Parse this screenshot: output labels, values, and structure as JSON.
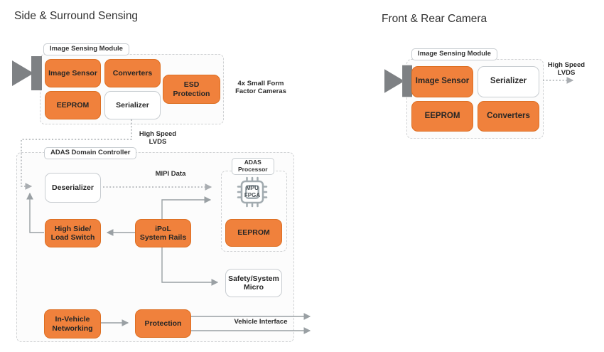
{
  "colors": {
    "orange": "#F0813C",
    "orange_border": "#DD6F22",
    "line": "#9AA0A4",
    "line_light": "#A9ADB1",
    "cam_gray": "#7E8184",
    "chip_gray": "#A2ABB0",
    "pill_border": "#C8CDD1",
    "container_border": "#CFD1D3"
  },
  "left": {
    "title": "Side & Surround Sensing",
    "module_label": "Image Sensing Module",
    "image_sensor": "Image Sensor",
    "converters": "Converters",
    "esd": "ESD\nProtection",
    "eeprom": "EEPROM",
    "serializer": "Serializer",
    "cameras_note": "4x Small Form\nFactor Cameras",
    "lvds": "High Speed\nLVDS"
  },
  "adc": {
    "label": "ADAS Domain Controller",
    "deserializer": "Deserializer",
    "mipi": "MIPI Data",
    "processor_label": "ADAS\nProcessor",
    "chip": "MPU\nFPGA",
    "eeprom": "EEPROM",
    "high_side": "High Side/\nLoad Switch",
    "ipol": "iPoL\nSystem Rails",
    "safety": "Safety/System\nMicro",
    "in_vehicle": "In-Vehicle\nNetworking",
    "protection": "Protection",
    "vehicle_interface": "Vehicle Interface"
  },
  "right": {
    "title": "Front & Rear Camera",
    "module_label": "Image Sensing Module",
    "image_sensor": "Image Sensor",
    "serializer": "Serializer",
    "eeprom": "EEPROM",
    "converters": "Converters",
    "lvds": "High Speed\nLVDS"
  }
}
